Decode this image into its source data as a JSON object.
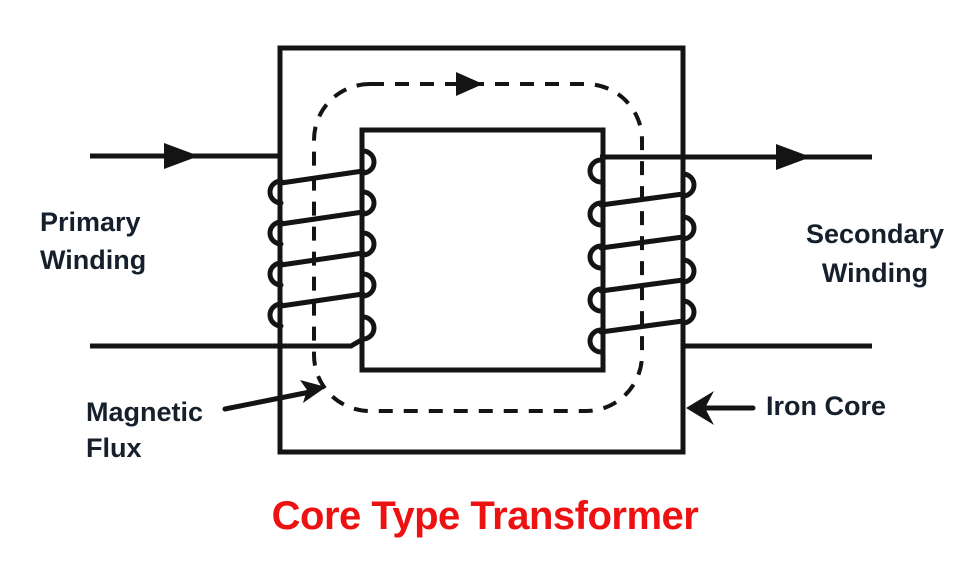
{
  "diagram_title": {
    "text": "Core Type Transformer",
    "color": "#ed1111"
  },
  "labels": {
    "primary_winding": "Primary\nWinding",
    "secondary_winding": "Secondary\nWinding",
    "magnetic_flux": "Magnetic\nFlux",
    "iron_core": "Iron Core"
  },
  "colors": {
    "background": "#ffffff",
    "line": "#141414",
    "label_text": "#16202c",
    "title": "#ed1111"
  },
  "icons": {
    "primary_current_arrow": "right-arrowhead",
    "secondary_current_arrow": "right-arrowhead",
    "flux_direction_arrow": "right-arrowhead",
    "magnetic_flux_pointer": "barbed-arrow-up-right",
    "iron_core_pointer": "barbed-arrow-left"
  }
}
